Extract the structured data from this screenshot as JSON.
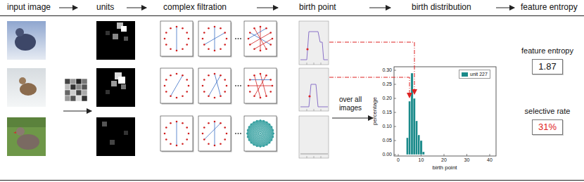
{
  "diagram": {
    "nodes": [
      {
        "text": [
          "feature entropy",
          "1.87"
        ]
      },
      {
        "text": [
          "selective rate",
          "31%"
        ]
      }
    ],
    "labels": [
      "input image",
      "units",
      "complex filtration",
      "birth point",
      "birth distribution",
      "feature entropy",
      "over all images",
      "percentage",
      "birth point",
      "0.30",
      "0.25",
      "0.20",
      "0.15",
      "0.10",
      "0.05",
      "0.00",
      "0",
      "10",
      "20",
      "30",
      "40"
    ],
    "legend": [
      {
        "text": "unit 227",
        "color": "#1a8a8a"
      }
    ]
  }
}
